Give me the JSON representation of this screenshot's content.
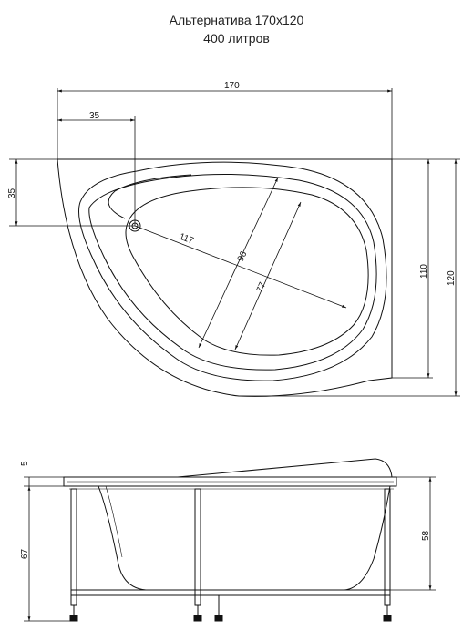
{
  "title": "Альтернатива 170х120",
  "subtitle": "400 литров",
  "plan_view": {
    "dim_total_width": "170",
    "dim_drain_offset_x": "35",
    "dim_drain_offset_y": "35",
    "dim_drain_to_edge": "117",
    "dim_bowl_long": "96",
    "dim_bowl_short": "77",
    "dim_inner_height": "110",
    "dim_total_height": "120"
  },
  "side_view": {
    "dim_rim": "5",
    "dim_total_height": "67",
    "dim_bowl_depth": "58"
  }
}
